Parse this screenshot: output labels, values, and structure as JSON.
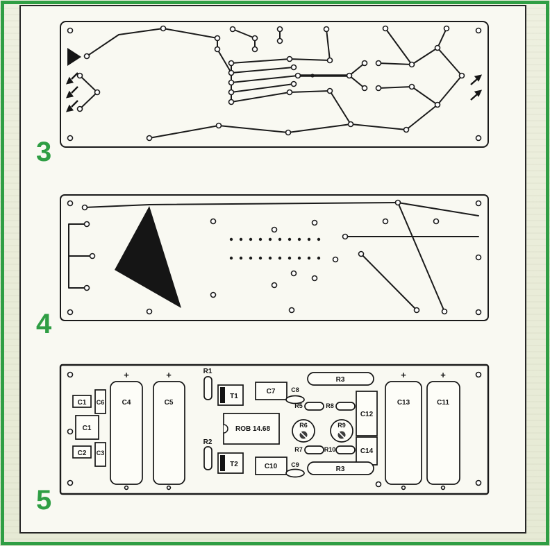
{
  "figure": {
    "panel3_label": "3",
    "panel4_label": "4",
    "panel5_label": "5",
    "accent_green": "#2f9e44",
    "trace_color": "#1a1a1a",
    "board_color": "#f9f9f2"
  },
  "components": {
    "c1_top": "C1",
    "c6": "C6",
    "c4": "C4",
    "c5": "C5",
    "r1": "R1",
    "t1": "T1",
    "c7": "C7",
    "c8": "C8",
    "r3_top": "R3",
    "c1_mid": "C1",
    "c2": "C2",
    "c3": "C3",
    "r5": "R5",
    "r8": "R8",
    "r6": "R6",
    "r9": "R9",
    "ic": "ROB 14.68",
    "c12": "C12",
    "c14": "C14",
    "r7": "R7",
    "r10": "R10",
    "r2": "R2",
    "t2": "T2",
    "c10": "C10",
    "c9": "C9",
    "r3_bottom": "R3",
    "c13": "C13",
    "c11": "C11",
    "plus": "+"
  }
}
